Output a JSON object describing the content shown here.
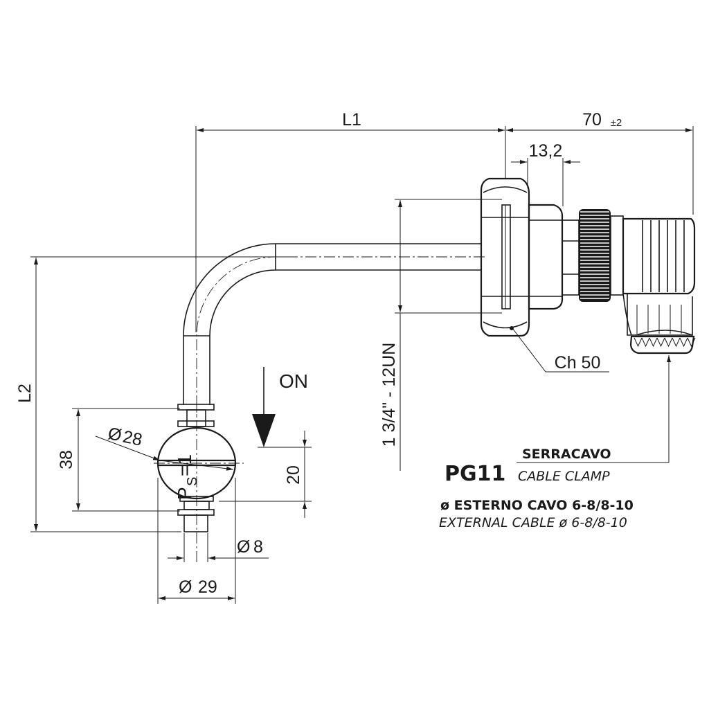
{
  "dimensions": {
    "l1": "L1",
    "l2": "L2",
    "d70": "70",
    "d70_tol": "±2",
    "d13": "13,2",
    "ch": "Ch 50",
    "thread": "1 3/4\" - 12UN",
    "d28": "28",
    "d38": "38",
    "d20": "20",
    "d8": "8",
    "d29": "29",
    "diameter_symbol": "Ø"
  },
  "labels": {
    "on": "ON",
    "ps_p": "P",
    "ps_s": "S",
    "ps_val": "=1",
    "pg11": "PG11",
    "serracavo": "SERRACAVO",
    "cable_clamp": "CABLE CLAMP",
    "esterno_cavo": "ø ESTERNO CAVO  6-8/8-10",
    "external_cable": "EXTERNAL CABLE ø 6-8/8-10"
  }
}
